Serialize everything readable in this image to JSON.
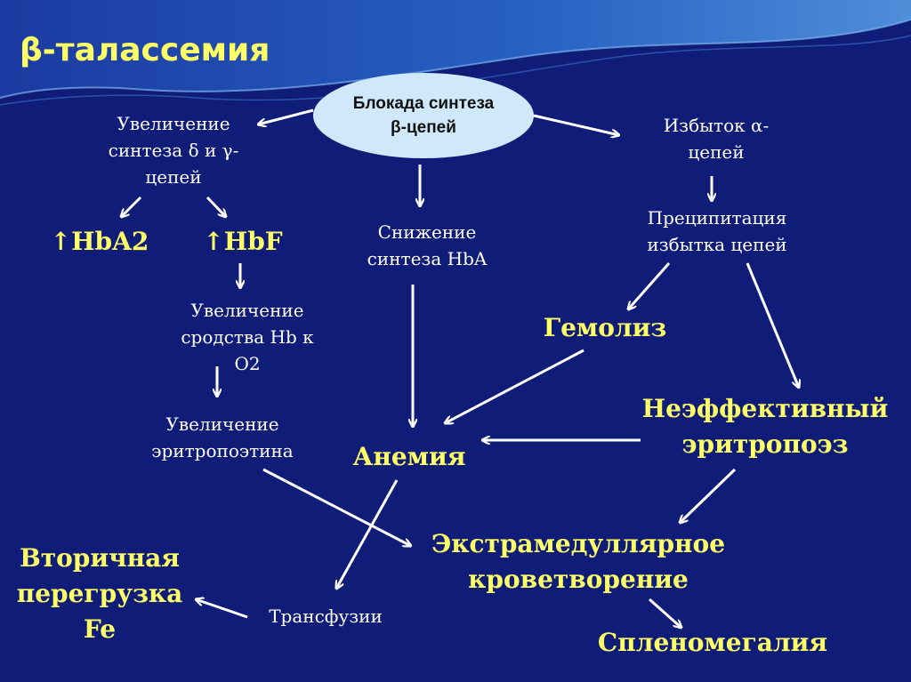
{
  "title": "β-талассемия",
  "center": {
    "label": "Блокада синтеза\nβ-цепей"
  },
  "nodes": {
    "increase_delta_gamma": "Увеличение\nсинтеза δ и γ-\nцепей",
    "hba2": "↑HbA2",
    "hbf": "↑HbF",
    "affinity": "Увеличение\nсродства Hb к\nO2",
    "epo": "Увеличение\nэритропоэтина",
    "decrease_hba": "Снижение\nсинтеза HbA",
    "alpha_excess": "Избыток α-\nцепей",
    "precipitation": "Преципитация\nизбытка цепей",
    "hemolysis": "Гемолиз",
    "ineffective": "Неэффективный\nэритропоэз",
    "anemia": "Анемия",
    "extramedullary": "Экстрамедуллярное\nкроветворение",
    "splenomegaly": "Спленомегалия",
    "transfusions": "Трансфузии",
    "iron_overload": "Вторичная\nперегрузка\nFe"
  },
  "colors": {
    "background": "#0f1c78",
    "wave": "#2c63c8",
    "oval": "#cfe9fb",
    "highlight_text": "#ffff66",
    "text": "#ffffff",
    "arrow": "#ffffff"
  }
}
